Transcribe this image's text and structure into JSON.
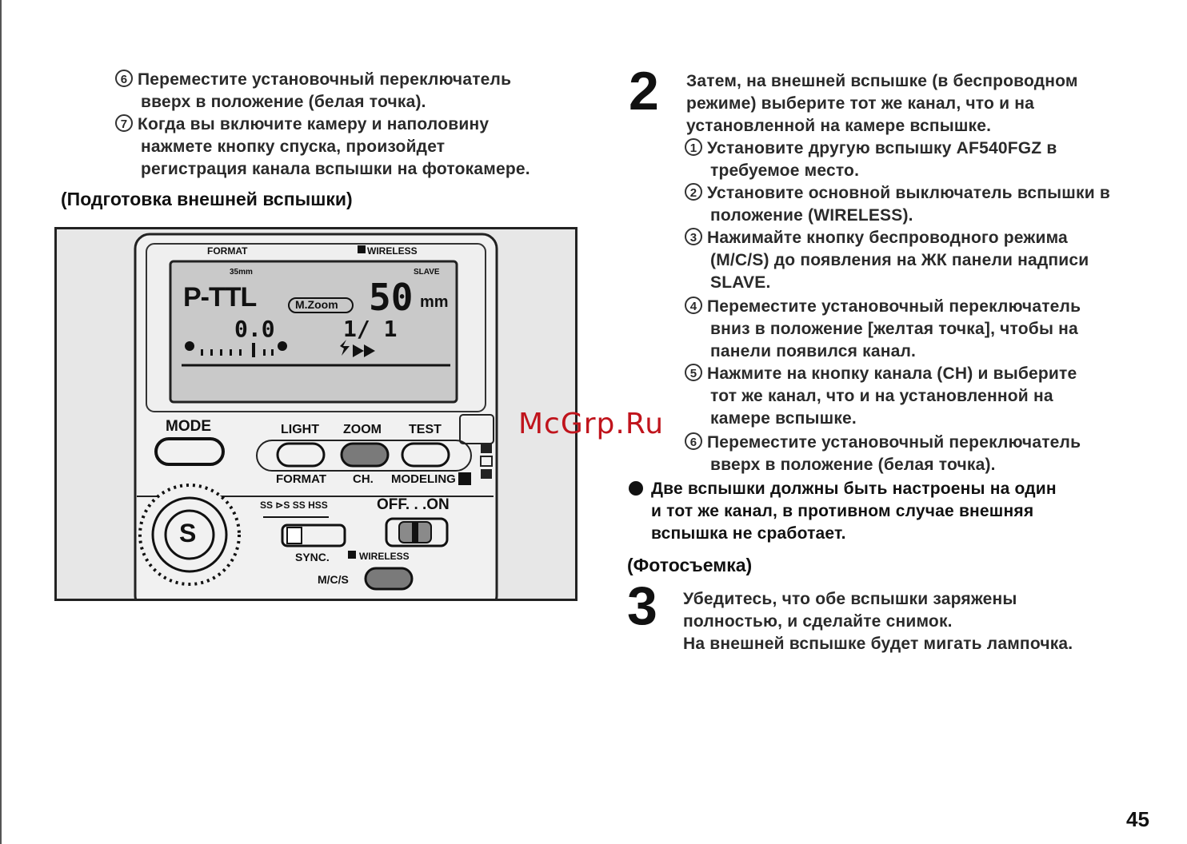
{
  "left_column": {
    "items": [
      {
        "num": "6",
        "lines": [
          "Переместите установочный переключатель",
          "вверх в положение (белая точка)."
        ]
      },
      {
        "num": "7",
        "lines": [
          "Когда вы включите камеру и наполовину",
          "нажмете кнопку спуска, произойдет",
          "регистрация канала вспышки на фотокамере."
        ]
      }
    ],
    "heading": "(Подготовка внешней вспышки)"
  },
  "device": {
    "top_labels": {
      "format": "FORMAT",
      "wireless": "WIRELESS"
    },
    "lcd": {
      "focal_small": "35mm",
      "slave": "SLAVE",
      "mode": "P-TTL",
      "mzoom": "M.Zoom",
      "zoom_value": "50",
      "zoom_unit": "mm",
      "ev": "0.0",
      "ratio": "1/ 1"
    },
    "buttons": {
      "mode": "MODE",
      "light": "LIGHT",
      "zoom": "ZOOM",
      "test": "TEST",
      "format": "FORMAT",
      "ch": "CH.",
      "modeling": "MODELING",
      "dial": "S",
      "off_on": "OFF. . .ON",
      "sync": "SYNC.",
      "wireless2": "WIRELESS",
      "mcs": "M/C/S",
      "sync_modes": "SS  ⊳S  SS  HSS"
    }
  },
  "step2": {
    "num": "2",
    "intro": [
      "Затем, на внешней вспышке (в беспроводном",
      "режиме) выберите тот же канал, что и на",
      "установленной на камере вспышке."
    ],
    "items": [
      {
        "num": "1",
        "lines": [
          "Установите другую вспышку AF540FGZ в",
          "требуемое место."
        ]
      },
      {
        "num": "2",
        "lines": [
          "Установите основной выключатель вспышки в",
          "положение (WIRELESS)."
        ]
      },
      {
        "num": "3",
        "lines": [
          "Нажимайте кнопку беспроводного режима",
          "(M/C/S) до появления на ЖК панели надписи",
          "SLAVE."
        ]
      },
      {
        "num": "4",
        "lines": [
          "Переместите установочный переключатель",
          "вниз в положение [желтая точка], чтобы на",
          "панели появился канал."
        ]
      },
      {
        "num": "5",
        "lines": [
          "Нажмите на кнопку канала (CH) и выберите",
          "тот же канал, что и на установленной на",
          "камере вспышке."
        ]
      },
      {
        "num": "6",
        "lines": [
          "Переместите установочный переключатель",
          "вверх в положение (белая точка)."
        ]
      }
    ],
    "note": [
      "Две вспышки должны быть настроены на один",
      "и тот же канал, в противном случае внешняя",
      "вспышка не сработает."
    ]
  },
  "heading_shoot": "(Фотосъемка)",
  "step3": {
    "num": "3",
    "lines": [
      "Убедитесь, что обе вспышки заряжены",
      "полностью, и сделайте снимок.",
      "На внешней вспышке будет мигать лампочка."
    ]
  },
  "watermark": "McGrp.Ru",
  "page_number": "45",
  "colors": {
    "watermark": "#c0141c",
    "device_bg": "#e7e7e7",
    "lcd_bg": "#c9c9c9",
    "button_dark": "#7a7a7a"
  }
}
